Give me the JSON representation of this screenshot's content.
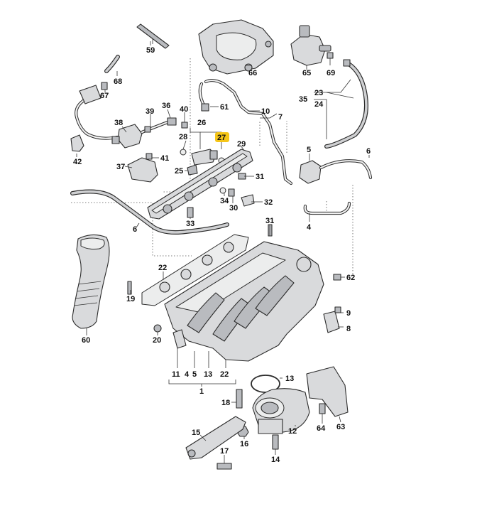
{
  "colors": {
    "highlight": "#f5c518",
    "part_fill": "#d9dadc",
    "line": "#2b2b2b"
  },
  "labels": {
    "l1": "1",
    "l4a": "4",
    "l4b": "4",
    "l5a": "5",
    "l5b": "5",
    "l6a": "6",
    "l6b": "6",
    "l7": "7",
    "l8": "8",
    "l9": "9",
    "l10": "10",
    "l11": "11",
    "l12": "12",
    "l13a": "13",
    "l13b": "13",
    "l14": "14",
    "l15": "15",
    "l16": "16",
    "l17": "17",
    "l18": "18",
    "l19": "19",
    "l20": "20",
    "l22a": "22",
    "l22b": "22",
    "l23": "23",
    "l24": "24",
    "l25": "25",
    "l26": "26",
    "l27": "27",
    "l28": "28",
    "l29": "29",
    "l30": "30",
    "l31": "31",
    "l32": "32",
    "l33": "33",
    "l34": "34",
    "l35": "35",
    "l36": "36",
    "l37": "37",
    "l38": "38",
    "l39": "39",
    "l40": "40",
    "l41": "41",
    "l42": "42",
    "l59": "59",
    "l60": "60",
    "l61": "61",
    "l62": "62",
    "l63": "63",
    "l64": "64",
    "l65": "65",
    "l66": "66",
    "l67": "67",
    "l68": "68",
    "l69": "69"
  }
}
